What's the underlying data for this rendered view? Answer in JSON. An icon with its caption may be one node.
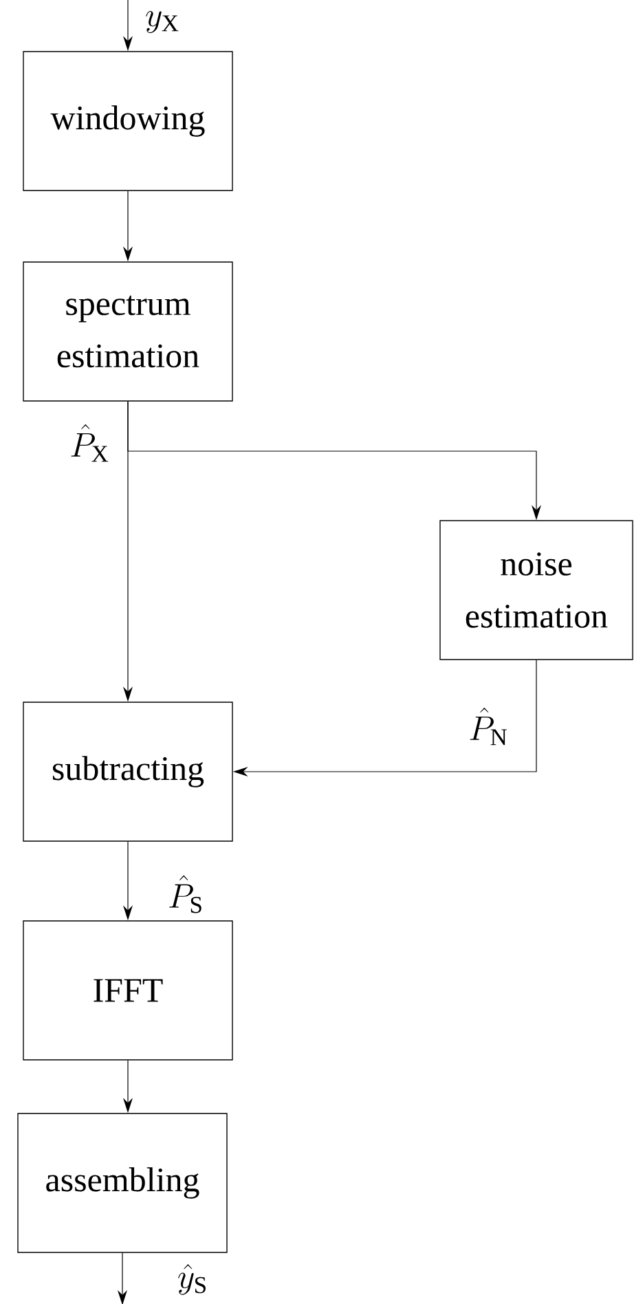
{
  "diagram": {
    "nodes": [
      {
        "text": [
          "windowing"
        ]
      },
      {
        "text": [
          "spectrum estimation"
        ]
      },
      {
        "text": [
          "noise estimation"
        ]
      },
      {
        "text": [
          "subtracting"
        ]
      },
      {
        "text": [
          "IFFT"
        ]
      },
      {
        "text": [
          "assembling"
        ]
      }
    ],
    "edges": [
      {
        "from": null,
        "to": 0,
        "arrow": "to",
        "label": "y_{\\mathrm{X}}"
      },
      {
        "from": 0,
        "to": 1,
        "arrow": "to"
      },
      {
        "from": 1,
        "to": 3,
        "arrow": "to",
        "label": "\\hat{P}_{\\mathrm{X}}"
      },
      {
        "from": 1,
        "to": 2,
        "arrow": "to"
      },
      {
        "from": 2,
        "to": 3,
        "arrow": "to",
        "label": "\\hat{P}_{\\mathrm{N}}"
      },
      {
        "from": 3,
        "to": 4,
        "arrow": "to",
        "label": "\\hat{P}_{\\mathrm{S}}"
      },
      {
        "from": 4,
        "to": 5,
        "arrow": "to"
      },
      {
        "from": 5,
        "to": null,
        "arrow": "to",
        "label": "\\hat{y}_{\\mathrm{S}}"
      }
    ]
  }
}
